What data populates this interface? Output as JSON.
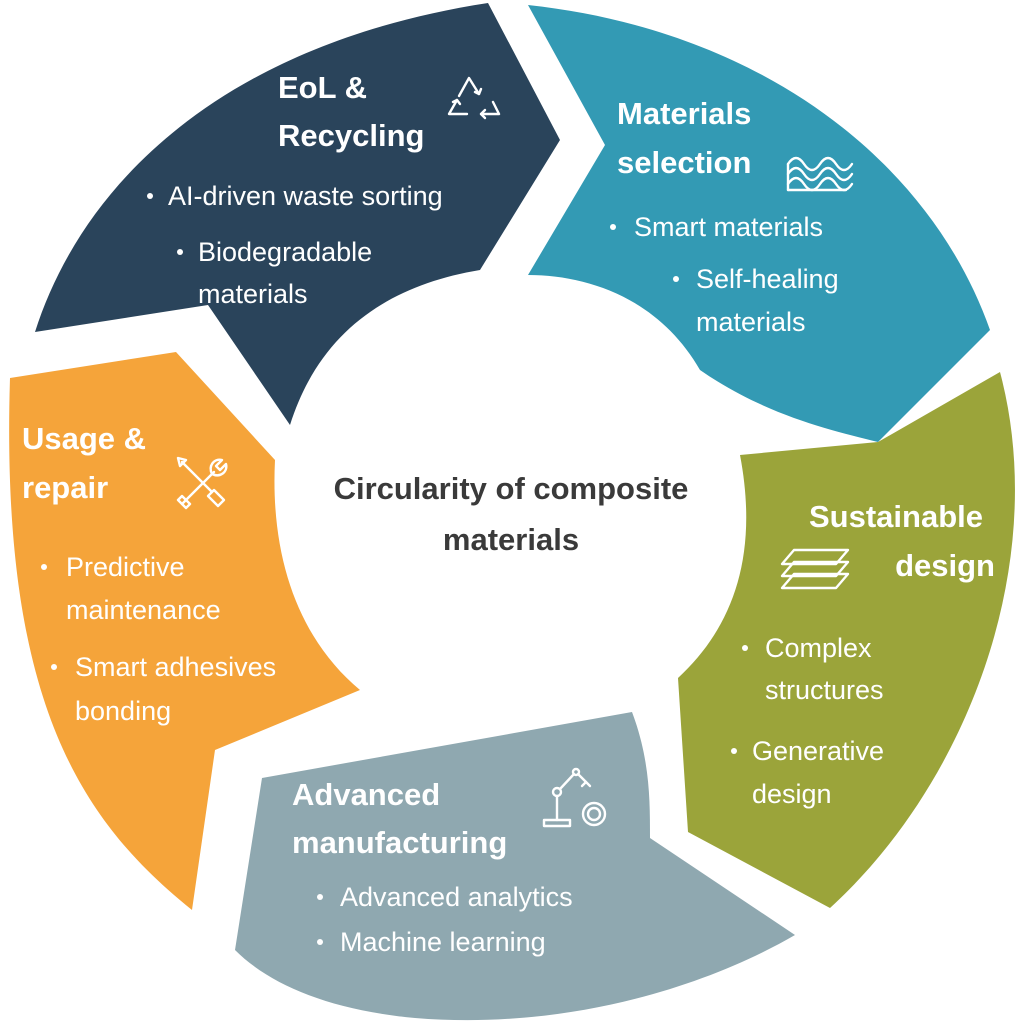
{
  "colors": {
    "eol": "#2a445b",
    "materials": "#339ab4",
    "design": "#9ba43a",
    "manufacturing": "#8fa8b0",
    "usage": "#f5a43a",
    "center_text": "#3a3a3a"
  },
  "center": {
    "line1": "Circularity of composite",
    "line2": "materials"
  },
  "segments": {
    "eol": {
      "title_line1": "EoL &",
      "title_line2": "Recycling",
      "icon": "recycle-icon",
      "bullet1_line1": "AI-driven waste sorting",
      "bullet2_line1": "Biodegradable",
      "bullet2_line2": "materials"
    },
    "materials": {
      "title_line1": "Materials",
      "title_line2": "selection",
      "icon": "corrugated-sheets-icon",
      "bullet1_line1": "Smart materials",
      "bullet2_line1": "Self-healing",
      "bullet2_line2": "materials"
    },
    "design": {
      "title_line1": "Sustainable",
      "title_line2": "design",
      "icon": "layers-icon",
      "bullet1_line1": "Complex",
      "bullet1_line2": "structures",
      "bullet2_line1": "Generative",
      "bullet2_line2": "design"
    },
    "manufacturing": {
      "title_line1": "Advanced",
      "title_line2": "manufacturing",
      "icon": "robot-arm-icon",
      "bullet1_line1": "Advanced analytics",
      "bullet2_line1": "Machine learning"
    },
    "usage": {
      "title_line1": "Usage &",
      "title_line2": "repair",
      "icon": "tools-icon",
      "bullet1_line1": "Predictive",
      "bullet1_line2": "maintenance",
      "bullet2_line1": "Smart adhesives",
      "bullet2_line2": "bonding"
    }
  }
}
